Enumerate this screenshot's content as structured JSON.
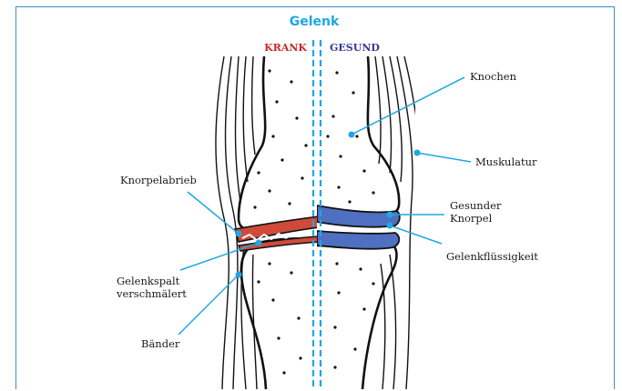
{
  "title": "Gelenk",
  "sides": {
    "left": "KRANK",
    "right": "GESUND"
  },
  "labels": {
    "knochen": "Knochen",
    "muskulatur": "Muskulatur",
    "knorpelabrieb": "Knorpelabrieb",
    "gesunder_knorpel_1": "Gesunder",
    "gesunder_knorpel_2": "Knorpel",
    "gelenkfluessigkeit": "Gelenkflüssigkeit",
    "gelenkspalt_1": "Gelenkspalt",
    "gelenkspalt_2": "verschmälert",
    "baender": "Bänder"
  },
  "colors": {
    "accent": "#1ea7e1",
    "title": "#1ea7e1",
    "krank": "#c8282d",
    "gesund": "#3a3a9a",
    "frame": "#3f8fc8",
    "cartilage_healthy": "#4f6fc0",
    "cartilage_damaged": "#d04a3c"
  }
}
